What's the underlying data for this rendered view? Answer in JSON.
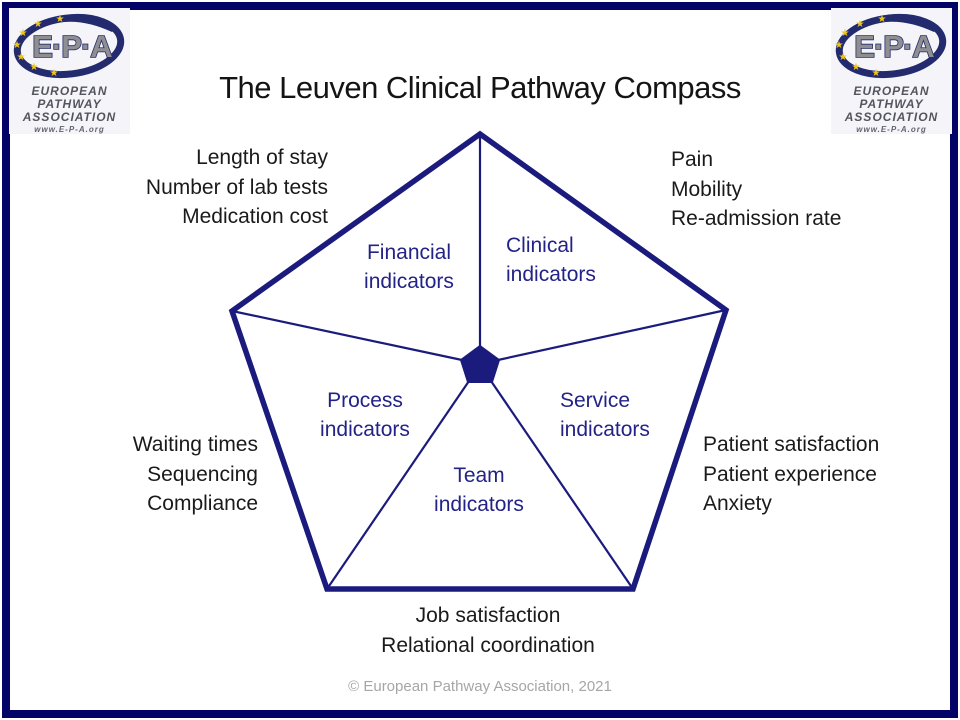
{
  "slide": {
    "title": "The Leuven Clinical Pathway Compass",
    "footer": "© European Pathway Association, 2021"
  },
  "logo": {
    "acronym": "E·P·A",
    "org_line1": "EUROPEAN",
    "org_line2": "PATHWAY",
    "org_line3": "ASSOCIATION",
    "website": "www.E-P-A.org",
    "star": "★"
  },
  "compass": {
    "sectors": {
      "financial": {
        "line1": "Financial",
        "line2": "indicators"
      },
      "clinical": {
        "line1": "Clinical",
        "line2": "indicators"
      },
      "process": {
        "line1": "Process",
        "line2": "indicators"
      },
      "service": {
        "line1": "Service",
        "line2": "indicators"
      },
      "team": {
        "line1": "Team",
        "line2": "indicators"
      }
    },
    "examples": {
      "financial": [
        "Length of stay",
        "Number of lab tests",
        "Medication cost"
      ],
      "clinical": [
        "Pain",
        "Mobility",
        "Re-admission rate"
      ],
      "process": [
        "Waiting times",
        "Sequencing",
        "Compliance"
      ],
      "service": [
        "Patient satisfaction",
        "Patient experience",
        "Anxiety"
      ],
      "team": [
        "Job satisfaction",
        "Relational coordination"
      ]
    }
  },
  "colors": {
    "navy_shape": "#1b1b7e",
    "navy_text": "#232387",
    "border": "#020267",
    "footer_gray": "#a6a6a6",
    "star_yellow": "#edc71a",
    "logo_letter_gray": "#8f8f92",
    "logo_text_gray": "#54545e"
  }
}
